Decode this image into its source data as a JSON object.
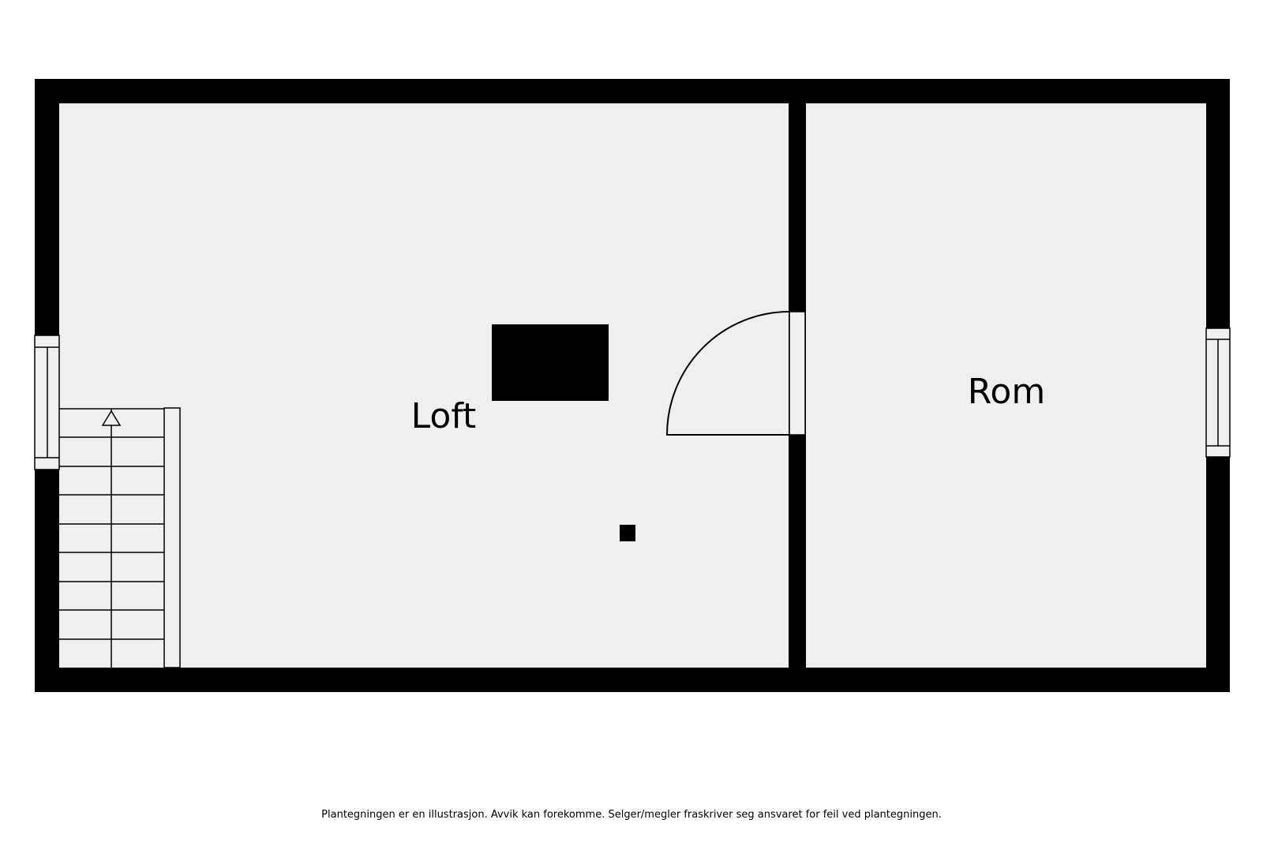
{
  "rooms": {
    "loft": "Loft",
    "rom": "Rom"
  },
  "disclaimer": "Plantegningen er en illustrasjon. Avvik kan forekomme. Selger/megler fraskriver seg ansvaret for feil ved plantegningen.",
  "colors": {
    "wall": "#000000",
    "floor": "#efefef",
    "background": "#ffffff"
  }
}
